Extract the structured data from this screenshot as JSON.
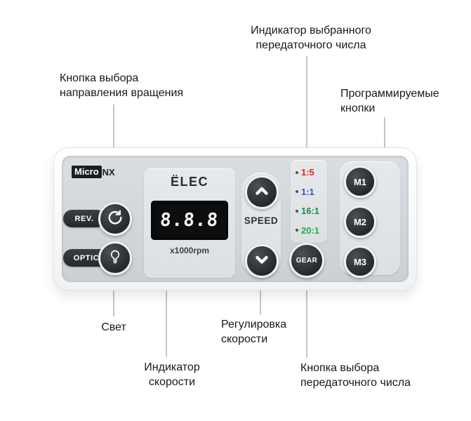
{
  "annotations": {
    "gear_indicator": [
      "Индикатор выбранного",
      "передаточного числа"
    ],
    "direction": [
      "Кнопка выбора",
      "направления вращения"
    ],
    "programmable": [
      "Программируемые",
      "кнопки"
    ],
    "light": [
      "Свет"
    ],
    "speed_indicator": [
      "Индикатор",
      "скорости"
    ],
    "speed_control": [
      "Регулировка",
      "скорости"
    ],
    "gear_button": [
      "Кнопка выбора",
      "передаточного числа"
    ]
  },
  "device": {
    "logo_micro": "Micro",
    "logo_nx": "NX",
    "brand": "ËLEC",
    "rev_label": "REV.",
    "optic_label": "OPTIC",
    "display_value": "8.8.8",
    "display_unit": "x1000rpm",
    "speed_label": "SPEED",
    "gear_label": "GEAR",
    "ratios": [
      {
        "label": "1:5",
        "color": "#e62129"
      },
      {
        "label": "1:1",
        "color": "#2a57c8"
      },
      {
        "label": "16:1",
        "color": "#168f45"
      },
      {
        "label": "20:1",
        "color": "#1fae3d"
      }
    ],
    "memory": [
      "M1",
      "M2",
      "M3"
    ]
  },
  "colors": {
    "callout_line": "#9aa0a5",
    "callout_dot": "#3f4347",
    "panel": "#d3d7db",
    "button_dark": "#2e3236"
  }
}
